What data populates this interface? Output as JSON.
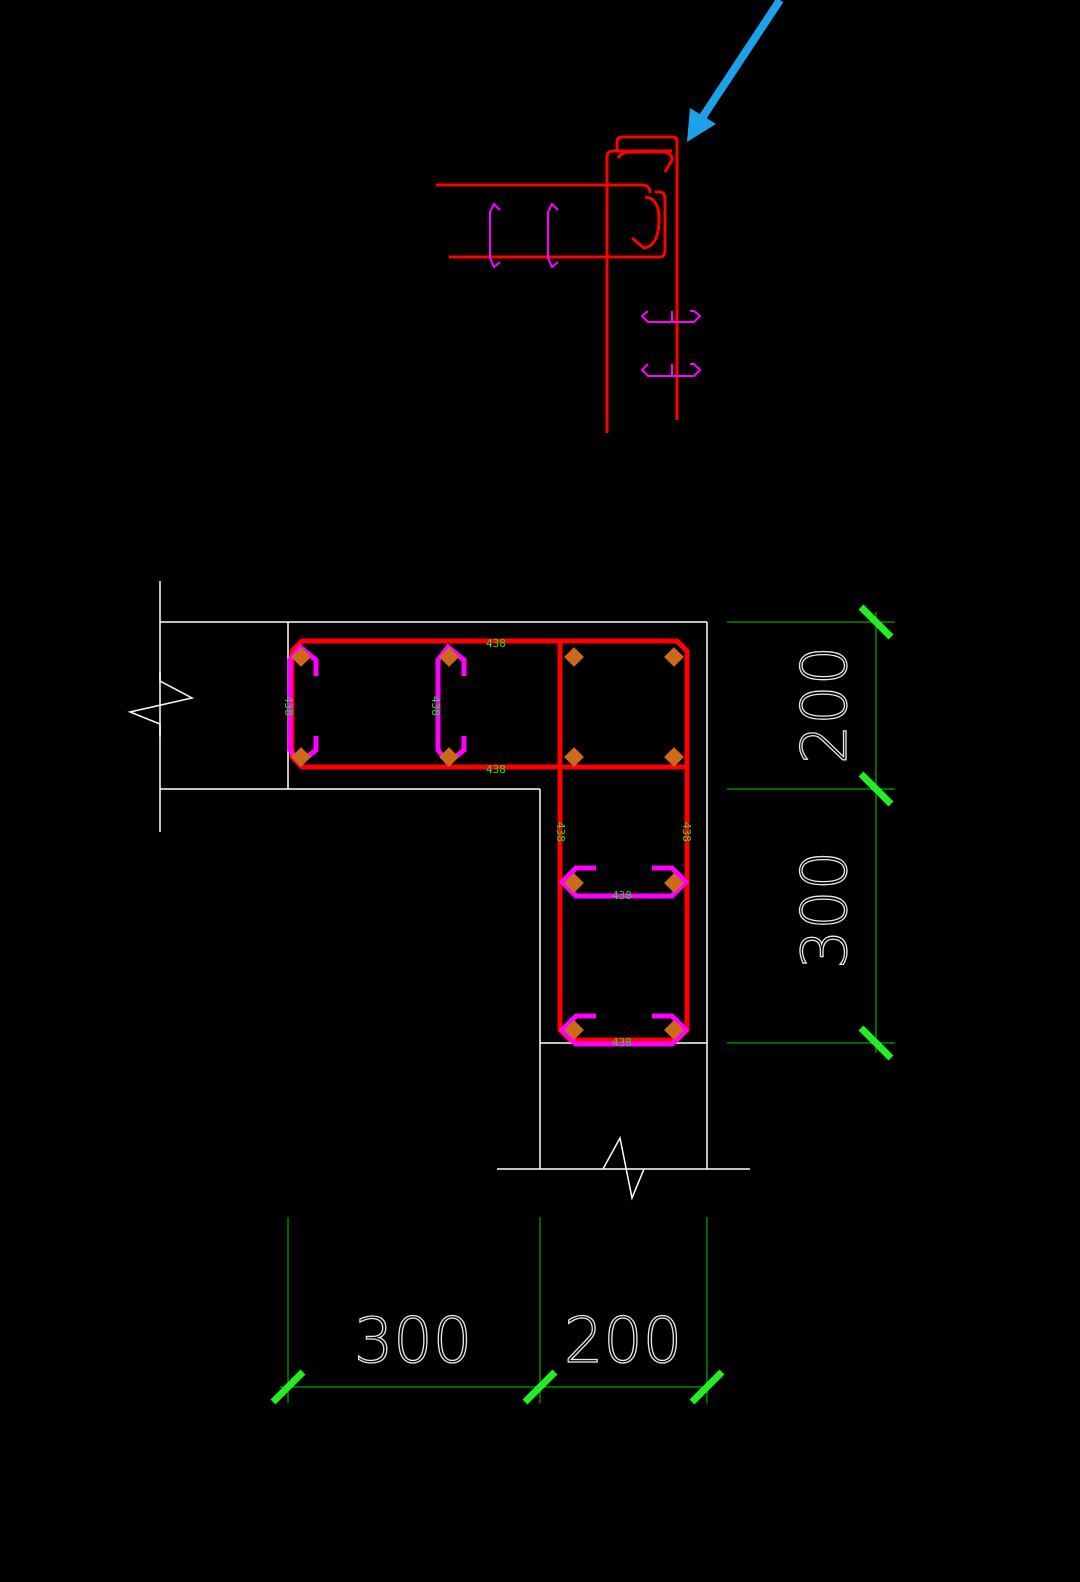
{
  "drawing": {
    "background": "#000000",
    "colors": {
      "outline": "#ffffff",
      "stirrup": "#ff0000",
      "tie": "#ff00ff",
      "rebar": "#cc6a1a",
      "dimension": "#00cc00",
      "dimension_tick": "#22ee22",
      "arrow": "#1da1ea"
    },
    "dimensions": {
      "right_upper": "200",
      "right_lower": "300",
      "bottom_left": "300",
      "bottom_right": "200"
    },
    "rebar_labels": {
      "top_stirrup": "438",
      "mid_stirrup": "438",
      "left_tie": "438",
      "mid_tie": "438",
      "col_left": "438",
      "col_right": "438",
      "tie_upper": "438",
      "tie_lower": "438"
    },
    "icons": {
      "pointer": "arrow-pointer-icon",
      "break_left": "break-line-icon",
      "break_bottom": "break-line-icon"
    }
  }
}
